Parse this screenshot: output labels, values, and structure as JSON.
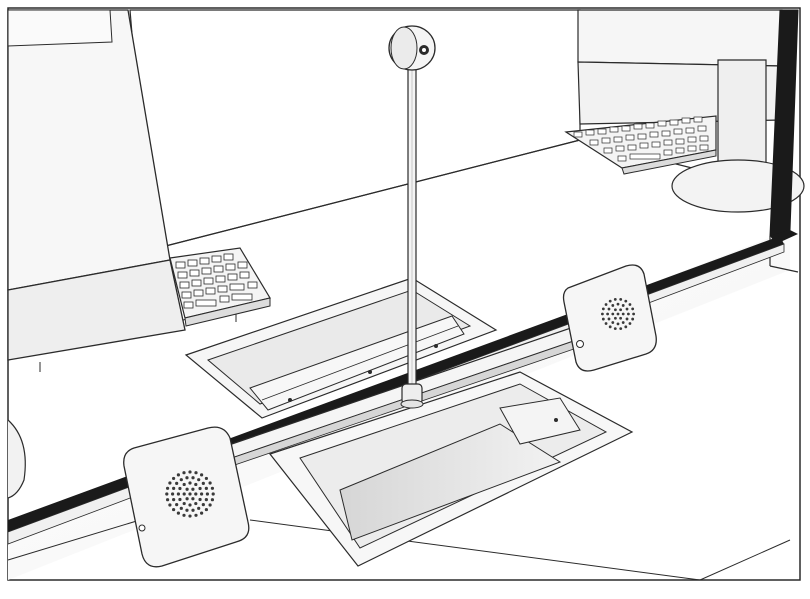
{
  "illustration": {
    "subject": "",
    "style": "line-drawing",
    "colors": {
      "background": "#ffffff",
      "stroke": "#2b2b2b",
      "light_fill": "#f4f4f4",
      "mid_fill": "#e2e2e2",
      "shadow_fill": "#cfcfcf",
      "dark_frame": "#1a1a1a",
      "speaker_holes": "#3a3a3a"
    },
    "components": [
      "left-monitor",
      "left-keyboard",
      "right-monitor",
      "right-keyboard",
      "glass-partition",
      "partition-frame",
      "microphone-pole",
      "microphone-head",
      "left-speaker-grille",
      "right-speaker-grille",
      "transaction-tray-upper",
      "transaction-tray-lower",
      "counter-surface"
    ]
  }
}
